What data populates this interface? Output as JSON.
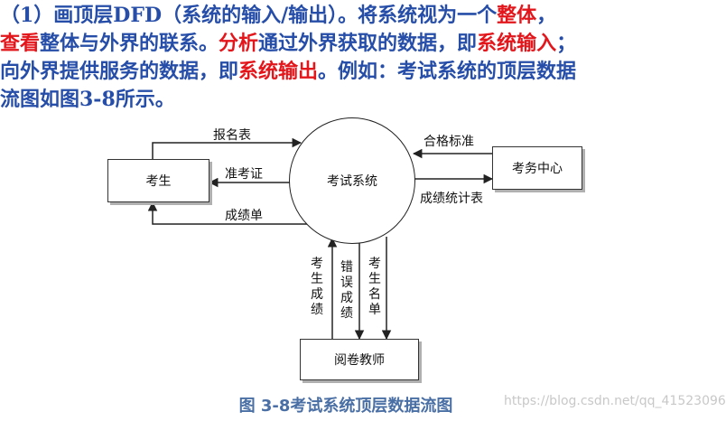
{
  "intro": {
    "l1": [
      "（1）画顶层DFD（系统的输入/输出）。将系统视为一个",
      "整体",
      "，"
    ],
    "l2": [
      "查看",
      "整体与外界的联系。",
      "分析",
      "通过外界获取的数据，即",
      "系统输入",
      "；"
    ],
    "l3": [
      "向外界提供服务的数据，即",
      "系统输出",
      "。例如：考试系统的顶层数据"
    ],
    "l4": [
      "流图如图3-8所示。"
    ]
  },
  "diagram": {
    "process": "考试系统",
    "entities": {
      "student": "考生",
      "exam_center": "考务中心",
      "teacher": "阅卷教师"
    },
    "flows": {
      "registration_form": "报名表",
      "admission_ticket": "准考证",
      "score_sheet": "成绩单",
      "passing_standard": "合格标准",
      "score_statistics": "成绩统计表",
      "student_scores": "考生成绩",
      "error_scores": "错误成绩",
      "student_list": "考生名单"
    }
  },
  "caption": {
    "fig_no": "图 3-8",
    "text": "考试系统顶层数据流图"
  },
  "watermark": "https://blog.csdn.net/qq_41523096",
  "colors": {
    "text_blue": "#264ea8",
    "highlight_red": "#e3161b",
    "caption_blue": "#4a6fa5"
  }
}
